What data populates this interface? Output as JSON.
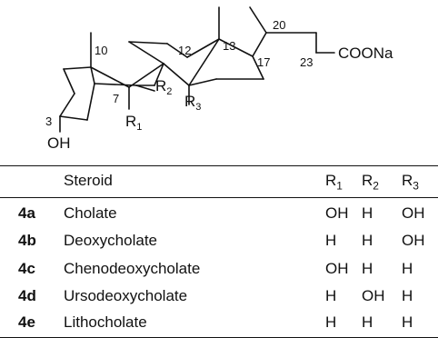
{
  "structure": {
    "locants": [
      "10",
      "12",
      "13",
      "20",
      "17",
      "23",
      "7",
      "3"
    ],
    "side_chain_label": "COONa",
    "hydroxyl_label": "OH",
    "r_labels": [
      {
        "letter": "R",
        "sub": "1"
      },
      {
        "letter": "R",
        "sub": "2"
      },
      {
        "letter": "R",
        "sub": "3"
      }
    ]
  },
  "table": {
    "headers": {
      "steroid": "Steroid",
      "r1": {
        "letter": "R",
        "sub": "1"
      },
      "r2": {
        "letter": "R",
        "sub": "2"
      },
      "r3": {
        "letter": "R",
        "sub": "3"
      }
    },
    "rows": [
      {
        "id": "4a",
        "name": "Cholate",
        "r1": "OH",
        "r2": "H",
        "r3": "OH"
      },
      {
        "id": "4b",
        "name": "Deoxycholate",
        "r1": "H",
        "r2": "H",
        "r3": "OH"
      },
      {
        "id": "4c",
        "name": "Chenodeoxycholate",
        "r1": "OH",
        "r2": "H",
        "r3": "H"
      },
      {
        "id": "4d",
        "name": "Ursodeoxycholate",
        "r1": "H",
        "r2": "OH",
        "r3": "H"
      },
      {
        "id": "4e",
        "name": "Lithocholate",
        "r1": "H",
        "r2": "H",
        "r3": "H"
      }
    ]
  }
}
